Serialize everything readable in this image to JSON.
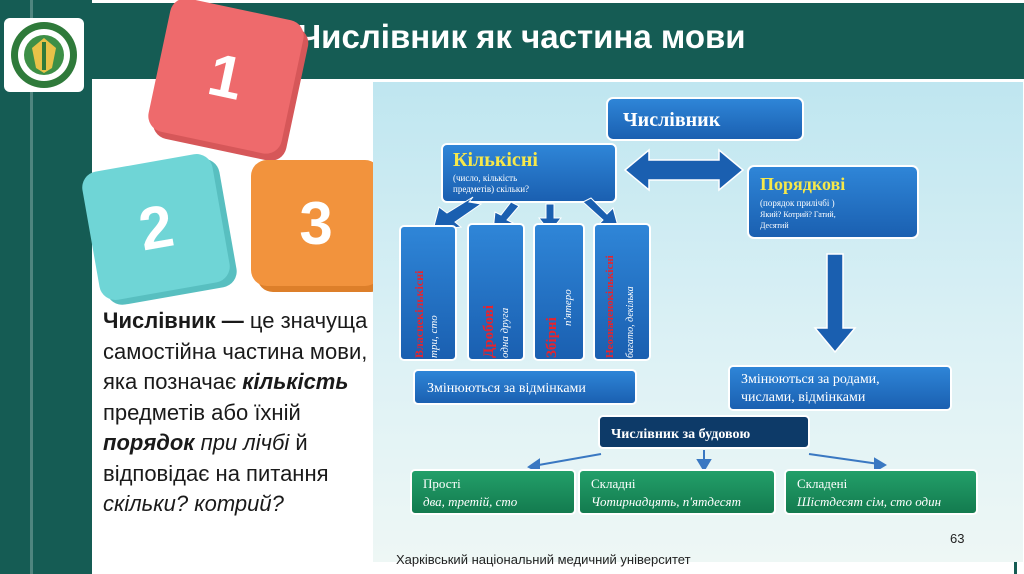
{
  "slide": {
    "title": "Числівник як частина мови",
    "number": "63",
    "footer": "Харківський національний медичний університет"
  },
  "cubes": [
    "1",
    "2",
    "3"
  ],
  "definition": {
    "term": "Числівник —",
    "t1": " це значуща самостійна частина мови, яка позначає ",
    "e1": "кількість",
    "t2": " предметів або їхній ",
    "e2": "порядок",
    "t3": " ",
    "i1": "при лічбі",
    "t4": " й відповідає на питання ",
    "i2": "скільки? котрий?"
  },
  "diagram": {
    "root": "Числівник",
    "quant": {
      "title": "Кількісні",
      "desc1": "(число, кількість",
      "desc2": "предметів) скільки?"
    },
    "ord": {
      "title": "Порядкові",
      "desc1": "(порядок прилічбі )",
      "desc2": "Який? Котрий? Гатий,",
      "desc3": "Десятий"
    },
    "sub": [
      {
        "title": "Власнекількісні",
        "ex": "три, сто"
      },
      {
        "title": "Дробові",
        "ex": "одна друга"
      },
      {
        "title": "Збірні",
        "ex": "п'ятеро"
      },
      {
        "title": "Неозначенокількісні",
        "ex": "багато, декілька"
      }
    ],
    "change_cases": "Змінюються за відмінками",
    "change_genders1": "Змінюються за родами,",
    "change_genders2": "числами, відмінками",
    "structure": "Числівник  за будовою",
    "types": [
      {
        "title": "Прості",
        "ex": "два, третій, сто"
      },
      {
        "title": "Складні",
        "ex": "Чотирнадцять, п'ятдесят"
      },
      {
        "title": "Складені",
        "ex": "Шістдесят сім,  сто один"
      }
    ]
  },
  "colors": {
    "header": "#155c54",
    "cube1": "#ee6a6c",
    "cube2": "#6fd5d6",
    "cube3": "#f2933d"
  }
}
